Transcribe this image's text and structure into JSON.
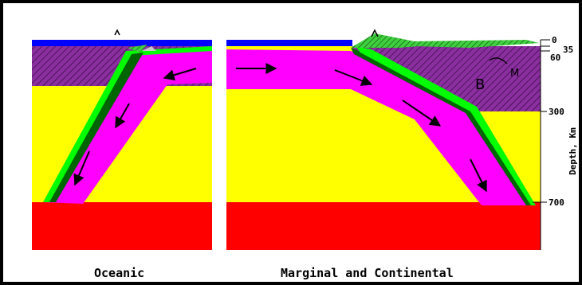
{
  "colors": {
    "panel_background": "#ffffff",
    "sea": "#0000ff",
    "crust": "#8b2ea0",
    "upper_mantle": "#ffff00",
    "lower_mantle": "#ff0000",
    "slab": "#ff00ff",
    "slab_edge_dark": "#006400",
    "slab_edge_light": "#00ff00"
  },
  "captions": {
    "oceanic": "Oceanic",
    "marginal": "Marginal and Continental"
  },
  "depth_scale": {
    "ticks": [
      "0",
      "35",
      "60",
      "300",
      "700"
    ],
    "axis_label": "Depth, Km"
  },
  "region_labels": {
    "back_arc": "B",
    "magma": "M"
  }
}
